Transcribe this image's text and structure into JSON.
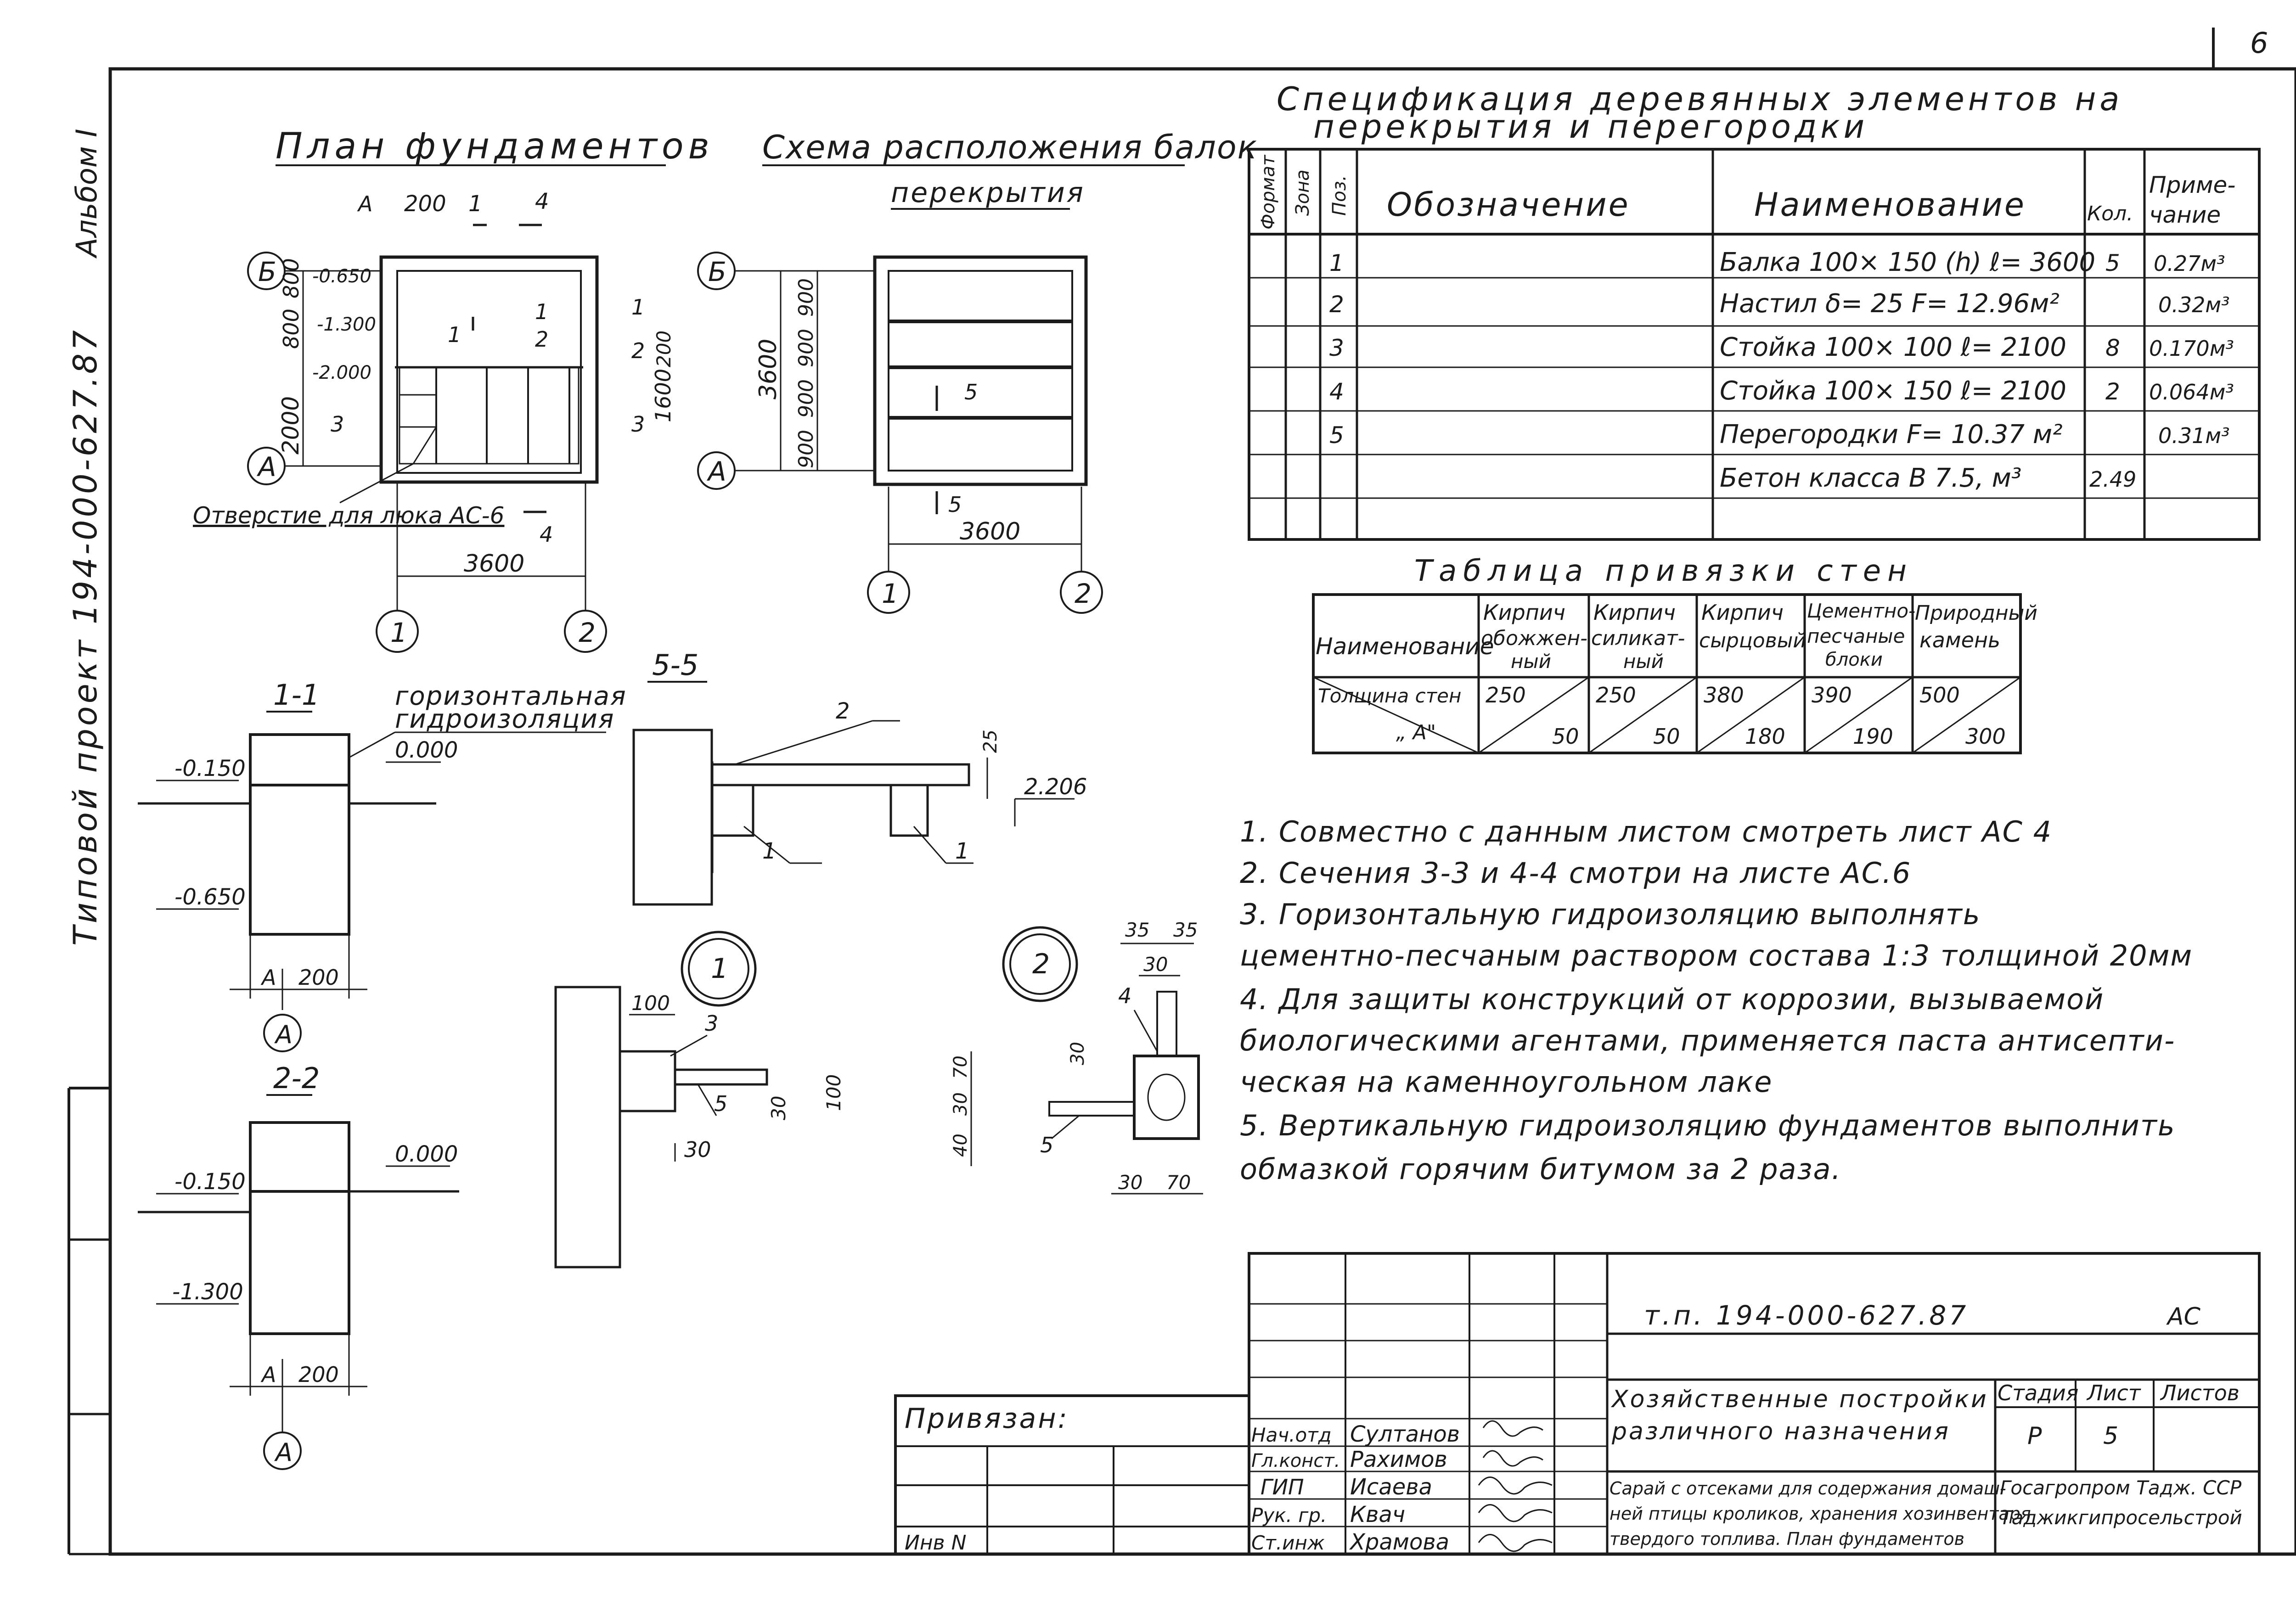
{
  "sheet_number": "6",
  "album": "Альбом I",
  "project_code": "Типовой проект 194-000-627.87",
  "foundation_plan": {
    "title": "План фундаментов",
    "axes": [
      "Б",
      "А",
      "1",
      "2"
    ],
    "dims": [
      "200",
      "800",
      "800",
      "2000",
      "1600",
      "200",
      "3600"
    ],
    "levels": [
      "-0.650",
      "-1.300",
      "-2.000"
    ],
    "section_marks": [
      "1",
      "1",
      "1",
      "2",
      "1",
      "2",
      "3",
      "3",
      "4",
      "4"
    ],
    "hatch_label": "Отверстие для люка АС-6"
  },
  "beam_scheme": {
    "title": "Схема расположения балок",
    "subtitle": "перекрытия",
    "axes": [
      "Б",
      "А",
      "1",
      "2"
    ],
    "dims": [
      "3600",
      "900",
      "900",
      "900",
      "900",
      "3600"
    ],
    "section_mark": "5"
  },
  "spec": {
    "title": "Спецификация деревянных элементов на",
    "title2": "перекрытия и перегородки",
    "headers": [
      "Формат",
      "Зона",
      "Поз.",
      "Обозначение",
      "Наименование",
      "Кол.",
      "Приме-чание"
    ],
    "rows": [
      {
        "pos": "1",
        "name": "Балка 100× 150 (h) ℓ= 3600",
        "qty": "5",
        "note": "0.27м³"
      },
      {
        "pos": "2",
        "name": "Настил δ= 25 F= 12.96м²",
        "qty": "",
        "note": "0.32м³"
      },
      {
        "pos": "3",
        "name": "Стойка 100× 100 ℓ= 2100",
        "qty": "8",
        "note": "0.170м³"
      },
      {
        "pos": "4",
        "name": "Стойка 100× 150 ℓ= 2100",
        "qty": "2",
        "note": "0.064м³"
      },
      {
        "pos": "5",
        "name": "Перегородки F= 10.37 м²",
        "qty": "",
        "note": "0.31м³"
      },
      {
        "pos": "",
        "name": "Бетон класса В 7.5, м³",
        "qty": "2.49",
        "note": ""
      },
      {
        "pos": "",
        "name": "",
        "qty": "",
        "note": ""
      }
    ]
  },
  "binding_table": {
    "title": "Таблица привязки стен",
    "header": [
      "Наименование",
      "Кирпич обожжен-ный",
      "Кирпич силикат-ный",
      "Кирпич сырцовый",
      "Цементно-песчаные блоки",
      "Природный камень"
    ],
    "row_label": "Толщина стен",
    "row_label2": "„ А\"",
    "values_top": [
      "250",
      "250",
      "380",
      "390",
      "500"
    ],
    "values_bottom": [
      "50",
      "50",
      "180",
      "190",
      "300"
    ]
  },
  "sections": {
    "s11": {
      "title": "1-1",
      "levels": [
        "-0.150",
        "0.000",
        "-0.650"
      ],
      "dims": [
        "А",
        "200"
      ],
      "axis": "А",
      "label": "горизонтальная гидроизоляция"
    },
    "s22": {
      "title": "2-2",
      "levels": [
        "0.000",
        "-0.150",
        "-1.300"
      ],
      "dims": [
        "А",
        "200"
      ],
      "axis": "А"
    },
    "s55": {
      "title": "5-5",
      "marks": [
        "2",
        "1",
        "1"
      ],
      "dims": [
        "25",
        "2.206"
      ]
    },
    "node1": {
      "title": "1",
      "dims": [
        "100",
        "3",
        "100",
        "30",
        "5",
        "30"
      ]
    },
    "node2": {
      "title": "2",
      "dims": [
        "35",
        "35",
        "30",
        "4",
        "30",
        "70",
        "30",
        "40",
        "5",
        "30",
        "70"
      ]
    }
  },
  "notes": [
    "1. Совместно с данным листом смотреть лист АС 4",
    "2. Сечения 3-3 и 4-4 смотри на листе АС.6",
    "3. Горизонтальную гидроизоляцию выполнять",
    "цементно-песчаным раствором состава 1:3 толщиной 20мм",
    "4. Для защиты конструкций от коррозии, вызываемой",
    "биологическими агентами, применяется паста антисепти-",
    "ческая на каменноугольном лаке",
    "5. Вертикальную гидроизоляцию фундаментов выполнить",
    "обмазкой горячим битумом за 2 раза."
  ],
  "title_block": {
    "doc_code": "т.п. 194-000-627.87",
    "sheet_mark": "АС",
    "tied": "Привязан:",
    "inv": "Инв N",
    "object": "Хозяйственные постройки различного назначения",
    "stage_h": "Стадия",
    "sheet_h": "Лист",
    "sheets_h": "Листов",
    "stage": "Р",
    "sheet": "5",
    "drawing": "Сарай с отсеками для содержания домашней птицы кроликов, хранения хозинвентаря твердого топлива. План фундаментов",
    "org": "Госагропром Тадж. ССР Таджикгипросельстрой",
    "staff": [
      {
        "role": "Нач.отд",
        "name": "Султанов"
      },
      {
        "role": "Гл.конст.",
        "name": "Рахимов"
      },
      {
        "role": "ГИП",
        "name": "Исаева"
      },
      {
        "role": "Рук. гр.",
        "name": "Квач"
      },
      {
        "role": "Ст.инж",
        "name": "Храмова"
      }
    ]
  }
}
